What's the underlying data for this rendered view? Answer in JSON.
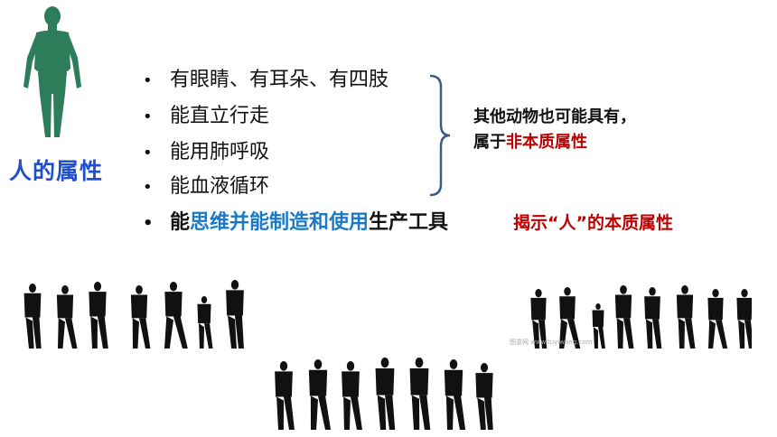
{
  "title": "人的属性",
  "bullets": [
    {
      "text": "有眼睛、有耳朵、有四肢"
    },
    {
      "text": "能直立行走"
    },
    {
      "text": "能用肺呼吸"
    },
    {
      "text": "能血液循环"
    }
  ],
  "final_bullet": {
    "part1": "能",
    "part2": "思维并能制造和使用",
    "part3": "生产工具"
  },
  "bullet_symbol": "•",
  "note": {
    "line1": "其他动物也可能具有，",
    "line2_prefix": "属于",
    "line2_highlight": "非本质属性"
  },
  "reveal_text": "揭示“人”的本质属性",
  "watermark": "图意网 www.tuyiwang.com",
  "colors": {
    "title": "#1f4fd0",
    "blue_text": "#1a7ac8",
    "red_text": "#c00000",
    "figure": "#2e7d5a",
    "brace": "#3b5a8a"
  }
}
